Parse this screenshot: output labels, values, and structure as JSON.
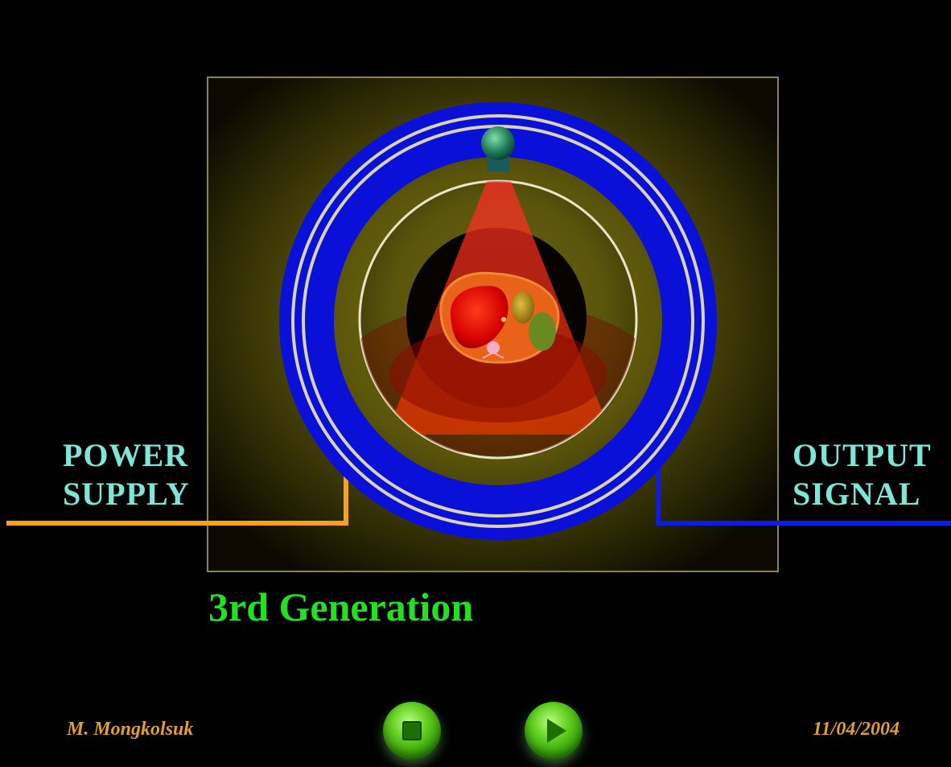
{
  "diagram": {
    "power_supply_lines": [
      "POWER",
      "SUPPLY"
    ],
    "output_signal_lines": [
      "OUTPUT",
      "SIGNAL"
    ],
    "title": "3rd Generation",
    "colors": {
      "background": "#000000",
      "panel_glow": "#6f6a10",
      "gantry_ring": "#0b10d8",
      "gantry_rails": "#d8d4b0",
      "xray_fan": "#ff2a00",
      "power_line": "#f6a21e",
      "signal_line": "#0c1ce0",
      "title": "#22e022",
      "labels": "#7ee6d6"
    }
  },
  "footer": {
    "author": "M. Mongkolsuk",
    "date": "11/04/2004"
  },
  "controls": {
    "stop_icon": "stop-icon",
    "play_icon": "play-icon"
  }
}
